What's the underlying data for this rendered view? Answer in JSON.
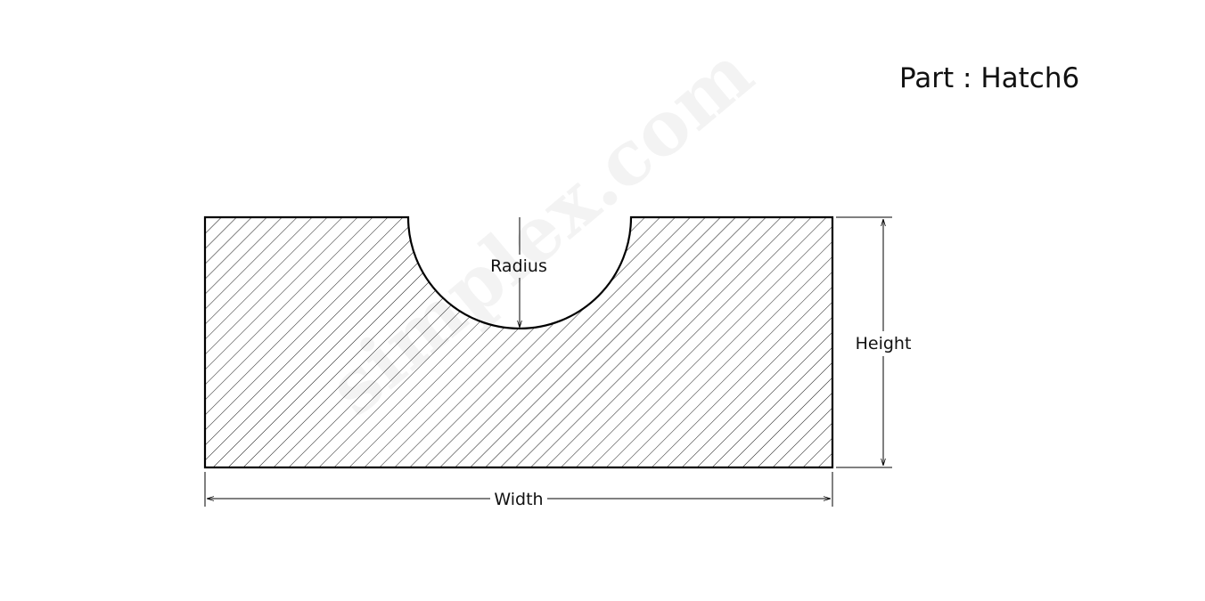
{
  "title": "Part : Hatch6",
  "dimensions": {
    "radius": "Radius",
    "height": "Height",
    "width": "Width"
  },
  "watermark": "simplex.com",
  "colors": {
    "line": "#000000",
    "background": "#ffffff"
  }
}
